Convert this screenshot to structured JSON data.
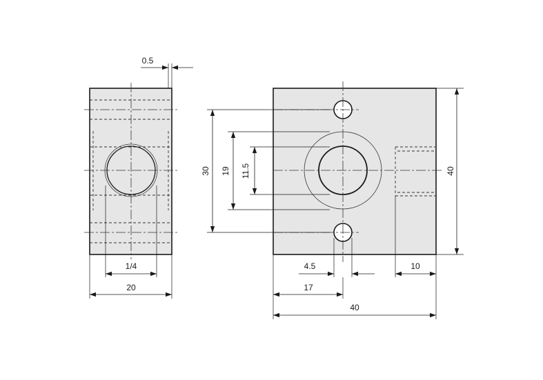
{
  "dimensions": {
    "side_wall": "0.5",
    "thread": "1/4",
    "side_width": "20",
    "height_30": "30",
    "height_19": "19",
    "height_11_5": "11.5",
    "height_40": "40",
    "hole_offset": "4.5",
    "depth_10": "10",
    "center_17": "17",
    "width_40": "40"
  }
}
